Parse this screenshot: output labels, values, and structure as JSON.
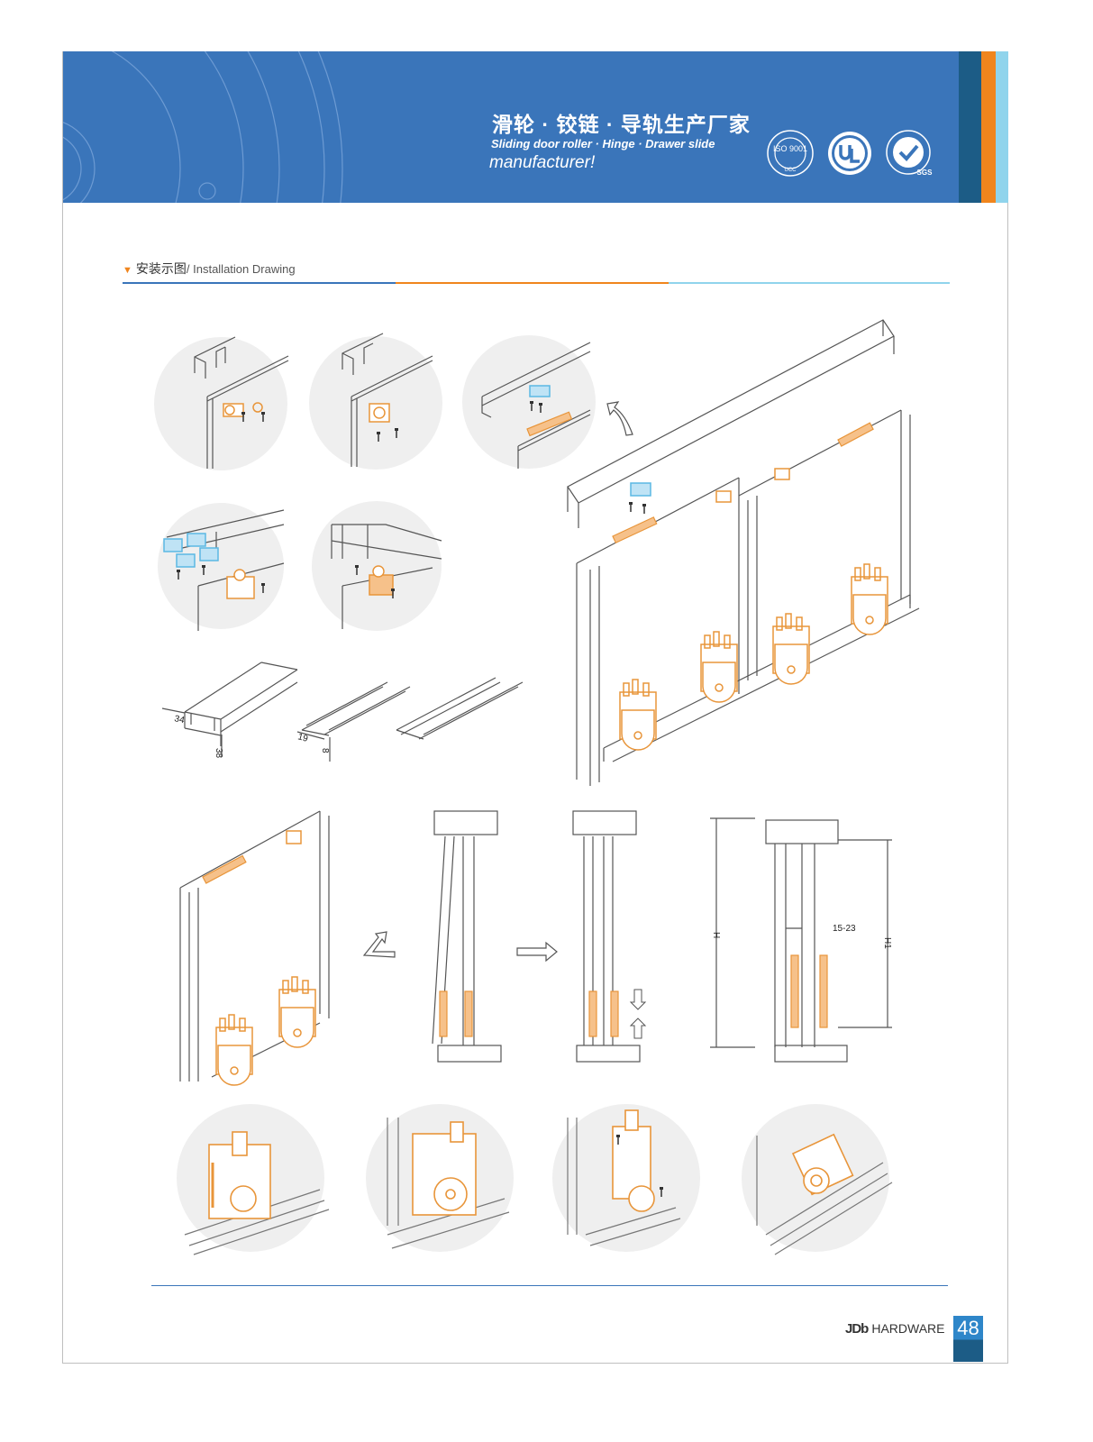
{
  "header": {
    "title_cn": "滑轮 · 铰链 · 导轨生产厂家",
    "title_en_line1": "Sliding door roller · Hinge · Drawer slide",
    "title_en_line2": "manufacturer!",
    "certifications": [
      "ISO 9001",
      "UL",
      "SGS"
    ],
    "cert_iso_text": "ISO 9001",
    "cert_iso_sub": "UCC",
    "cert_sgs_text": "SGS",
    "colors": {
      "header_bg": "#3a75ba",
      "stripe_dark": "#1c5c86",
      "stripe_orange": "#f0851d",
      "stripe_light": "#90d4ec"
    }
  },
  "section": {
    "title_cn": "安装示图",
    "title_en": "/ Installation Drawing"
  },
  "dimensions": {
    "track_width": "34",
    "track_height": "38",
    "rail_width": "19",
    "rail_height": "8",
    "gap": "15-23",
    "height_h": "H",
    "height_h1": "H1"
  },
  "footer": {
    "brand_logo": "JDb",
    "brand_text": "HARDWARE",
    "page_number": "48"
  },
  "colors": {
    "part_orange": "#e8953a",
    "part_blue": "#5bb8e4",
    "line": "#555555"
  }
}
